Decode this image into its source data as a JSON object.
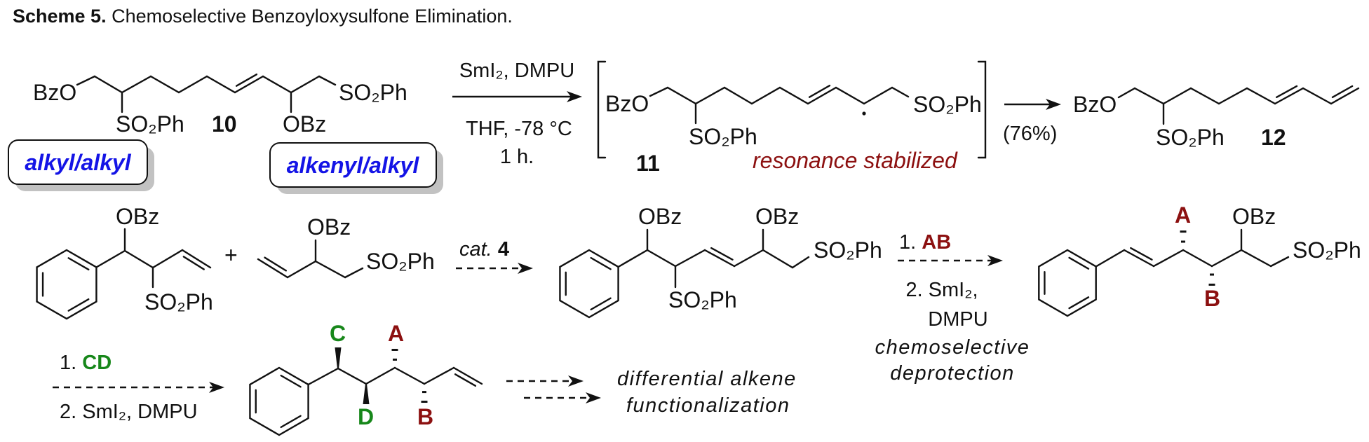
{
  "title": {
    "label": "Scheme 5.",
    "text": " Chemoselective Benzoyloxysulfone Elimination."
  },
  "compound_10": {
    "number": "10",
    "bzo": "BzO",
    "so2ph_branch": "SO₂Ph",
    "obz": "OBz",
    "so2ph_end": "SO₂Ph",
    "tag_left": "alkyl/alkyl",
    "tag_right": "alkenyl/alkyl"
  },
  "step_1": {
    "reagents": "SmI₂, DMPU",
    "solvent_temp": "THF, -78 °C",
    "time": "1 h."
  },
  "intermediate_11": {
    "number": "11",
    "bzo": "BzO",
    "so2ph_branch": "SO₂Ph",
    "so2ph_end": "SO₂Ph",
    "note": "resonance stabilized"
  },
  "step_2": {
    "yield": "(76%)"
  },
  "compound_12": {
    "number": "12",
    "bzo": "BzO",
    "so2ph_branch": "SO₂Ph"
  },
  "row_2": {
    "left": {
      "obz": "OBz",
      "so2ph": "SO₂Ph"
    },
    "plus": "+",
    "allyl": {
      "obz": "OBz",
      "so2ph": "SO₂Ph"
    },
    "catalyst": {
      "prefix": "cat.",
      "number": "4"
    },
    "product": {
      "obz_1": "OBz",
      "obz_2": "OBz",
      "so2ph_branch": "SO₂Ph",
      "so2ph_end": "SO₂Ph"
    },
    "step": {
      "step1_prefix": "1. ",
      "step1_reagent": "AB",
      "step2_line1": "2. SmI₂,",
      "step2_line2": "DMPU",
      "note_line1": "chemoselective",
      "note_line2": "deprotection"
    },
    "final": {
      "a": "A",
      "b": "B",
      "obz": "OBz",
      "so2ph": "SO₂Ph"
    }
  },
  "row_3": {
    "step": {
      "step1_prefix": "1. ",
      "step1_reagent": "CD",
      "step2": "2. SmI₂, DMPU"
    },
    "product": {
      "c": "C",
      "d": "D",
      "a": "A",
      "b": "B"
    },
    "outcome_line1": "differential alkene",
    "outcome_line2": "functionalization"
  },
  "colors": {
    "tag_text": "#1414e6",
    "ab_label": "#8c1010",
    "cd_label": "#17871a",
    "note_text": "#8c1010"
  }
}
